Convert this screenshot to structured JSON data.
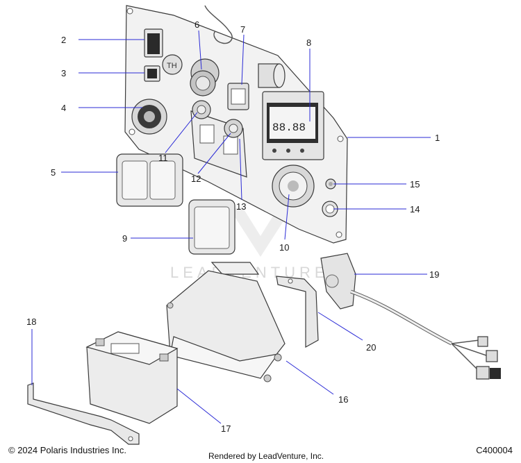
{
  "diagram": {
    "callouts": [
      {
        "id": "1",
        "label": "1"
      },
      {
        "id": "2",
        "label": "2"
      },
      {
        "id": "3",
        "label": "3"
      },
      {
        "id": "4",
        "label": "4"
      },
      {
        "id": "5",
        "label": "5"
      },
      {
        "id": "6",
        "label": "6"
      },
      {
        "id": "7",
        "label": "7"
      },
      {
        "id": "8",
        "label": "8"
      },
      {
        "id": "9",
        "label": "9"
      },
      {
        "id": "10",
        "label": "10"
      },
      {
        "id": "11",
        "label": "11"
      },
      {
        "id": "12",
        "label": "12"
      },
      {
        "id": "13",
        "label": "13"
      },
      {
        "id": "14",
        "label": "14"
      },
      {
        "id": "15",
        "label": "15"
      },
      {
        "id": "16",
        "label": "16"
      },
      {
        "id": "17",
        "label": "17"
      },
      {
        "id": "18",
        "label": "18"
      },
      {
        "id": "19",
        "label": "19"
      },
      {
        "id": "20",
        "label": "20"
      }
    ],
    "watermark": "LEADVENTURE",
    "leader_color": "#2a2ad6"
  },
  "footer": {
    "copyright": "© 2024 Polaris Industries Inc.",
    "rendered_by": "Rendered by LeadVenture, Inc.",
    "diagram_code": "C400004"
  }
}
